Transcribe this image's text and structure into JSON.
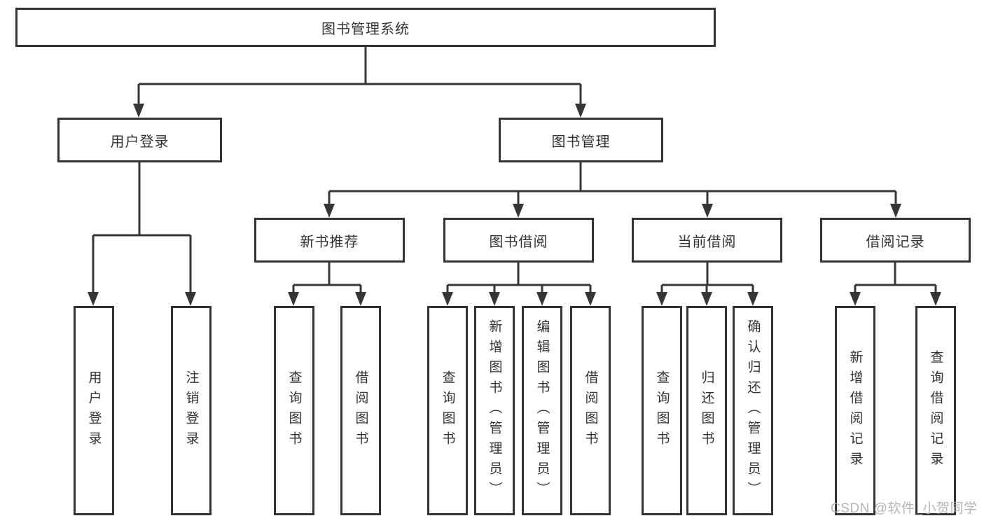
{
  "diagram": {
    "root": {
      "label": "图书管理系统"
    },
    "branches": [
      {
        "label": "用户登录",
        "children": [
          {
            "label": "用户登录"
          },
          {
            "label": "注销登录"
          }
        ]
      },
      {
        "label": "图书管理",
        "children": [
          {
            "label": "新书推荐",
            "children": [
              {
                "label": "查询图书"
              },
              {
                "label": "借阅图书"
              }
            ]
          },
          {
            "label": "图书借阅",
            "children": [
              {
                "label": "查询图书"
              },
              {
                "label": "新增图书（管理员）"
              },
              {
                "label": "编辑图书（管理员）"
              },
              {
                "label": "借阅图书"
              }
            ]
          },
          {
            "label": "当前借阅",
            "children": [
              {
                "label": "查询图书"
              },
              {
                "label": "归还图书"
              },
              {
                "label": "确认归还（管理员）"
              }
            ]
          },
          {
            "label": "借阅记录",
            "children": [
              {
                "label": "新增借阅记录"
              },
              {
                "label": "查询借阅记录"
              }
            ]
          }
        ]
      }
    ]
  },
  "watermark": {
    "text": "CSDN @软件_小贺同学"
  },
  "colors": {
    "line": "#363636",
    "box_border": "#333333",
    "text": "#333333",
    "background": "#ffffff",
    "watermark": "#b2b2b2"
  }
}
